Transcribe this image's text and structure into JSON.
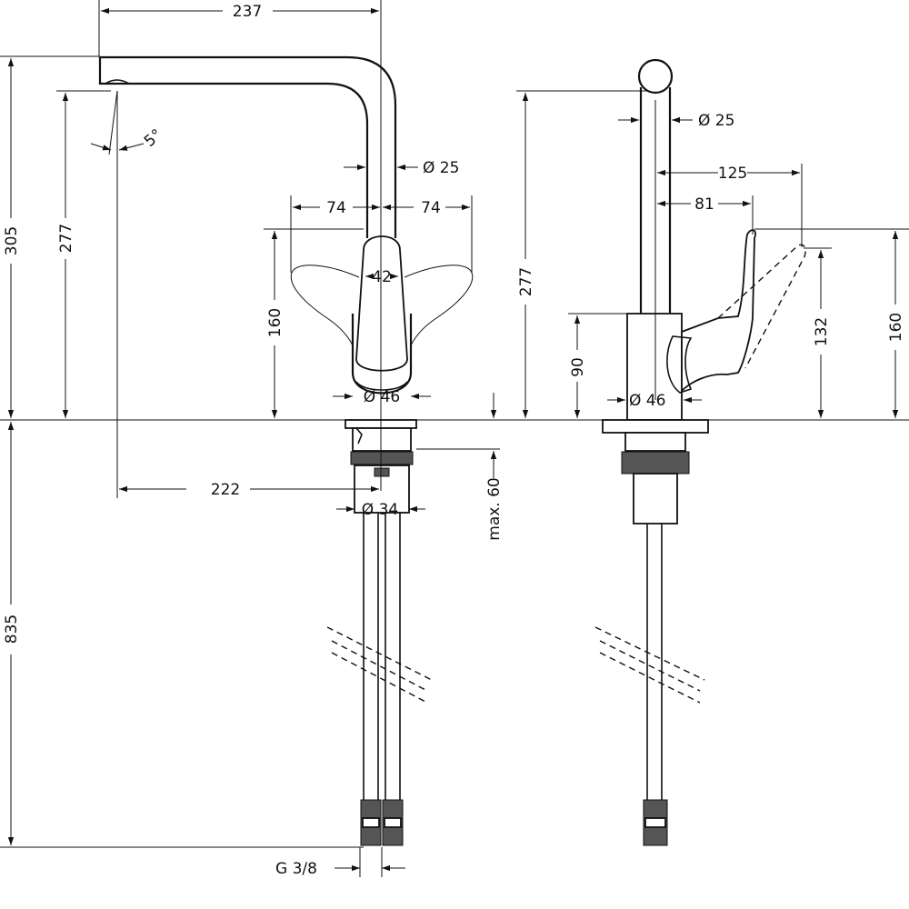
{
  "drawing": {
    "front_view": {
      "dim_spout_reach": "237",
      "dim_total_height": "305",
      "dim_outlet_height": "277",
      "dim_spout_angle": "5°",
      "dim_spout_diameter": "Ø  25",
      "dim_handle_left_swing": "74",
      "dim_handle_right_swing": "74",
      "dim_handle_width": "42",
      "dim_handle_height": "160",
      "dim_base_diameter": "Ø 46",
      "dim_outlet_offset": "222",
      "dim_shank_diameter": "Ø 34",
      "dim_max_thickness": "max. 60",
      "dim_hose_length": "835",
      "dim_connection": "G 3/8"
    },
    "side_view": {
      "dim_spout_diameter": "Ø  25",
      "dim_outlet_height": "277",
      "dim_handle_swing": "125",
      "dim_handle_reach": "81",
      "dim_body_height": "90",
      "dim_base_diameter": "Ø  46",
      "dim_handle_raised": "132",
      "dim_handle_height": "160"
    }
  }
}
